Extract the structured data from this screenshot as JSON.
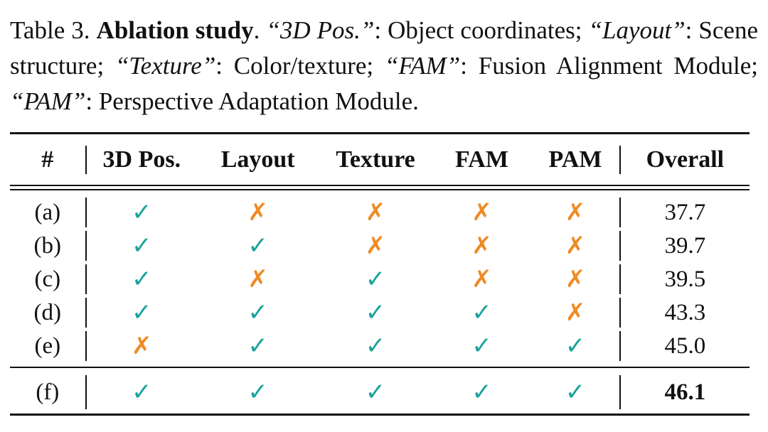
{
  "caption": {
    "label": "Table 3.",
    "bold_title": "Ablation study",
    "parts": [
      {
        "em": "“3D Pos.”",
        "text": ": Object coordinates; "
      },
      {
        "em": "“Layout”",
        "text": ": Scene structure; "
      },
      {
        "em": "“Texture”",
        "text": ": Color/texture; "
      },
      {
        "em": "“FAM”",
        "text": ": Fusion Alignment Module; "
      },
      {
        "em": "“PAM”",
        "text": ": Perspective Adaptation Module."
      }
    ]
  },
  "table": {
    "headers": [
      "#",
      "3D Pos.",
      "Layout",
      "Texture",
      "FAM",
      "PAM",
      "Overall"
    ],
    "rows": [
      {
        "id": "(a)",
        "marks": [
          "check",
          "cross",
          "cross",
          "cross",
          "cross"
        ],
        "overall": "37.7",
        "bold": false
      },
      {
        "id": "(b)",
        "marks": [
          "check",
          "check",
          "cross",
          "cross",
          "cross"
        ],
        "overall": "39.7",
        "bold": false
      },
      {
        "id": "(c)",
        "marks": [
          "check",
          "cross",
          "check",
          "cross",
          "cross"
        ],
        "overall": "39.5",
        "bold": false
      },
      {
        "id": "(d)",
        "marks": [
          "check",
          "check",
          "check",
          "check",
          "cross"
        ],
        "overall": "43.3",
        "bold": false
      },
      {
        "id": "(e)",
        "marks": [
          "cross",
          "check",
          "check",
          "check",
          "check"
        ],
        "overall": "45.0",
        "bold": false
      },
      {
        "id": "(f)",
        "marks": [
          "check",
          "check",
          "check",
          "check",
          "check"
        ],
        "overall": "46.1",
        "bold": true
      }
    ],
    "mark_glyphs": {
      "check": "✓",
      "cross": "✗"
    },
    "mark_colors": {
      "check": "#1aa39a",
      "cross": "#f08a24"
    }
  }
}
